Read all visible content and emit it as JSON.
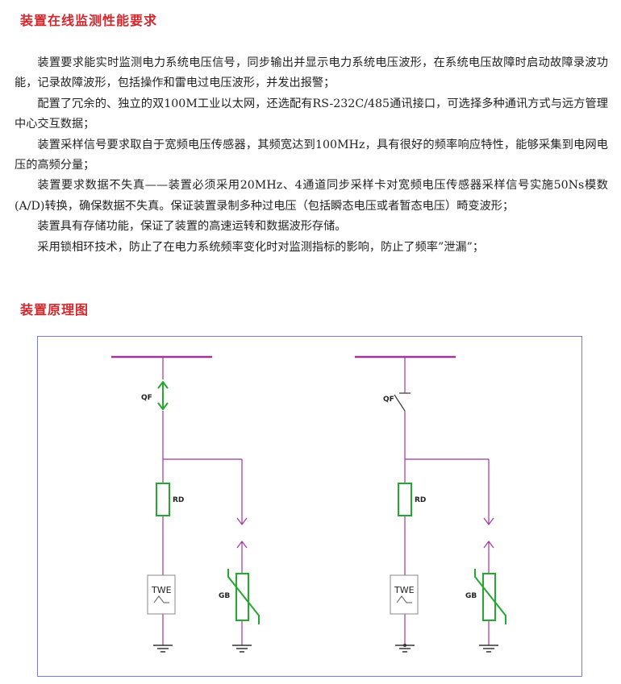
{
  "section1": {
    "title": "装置在线监测性能要求",
    "paragraphs": [
      "装置要求能实时监测电力系统电压信号，同步输出并显示电力系统电压波形，在系统电压故障时启动故障录波功能，记录故障波形，包括操作和雷电过电压波形，并发出报警；",
      "配置了冗余的、独立的双100M工业以太网，还选配有RS-232C/485通讯接口，可选择多种通讯方式与远方管理中心交互数据；",
      "装置采样信号要求取自于宽频电压传感器，其频宽达到100MHz，具有很好的频率响应特性，能够采集到电网电压的高频分量；",
      "装置要求数据不失真——装置必须采用20MHz、4通道同步采样卡对宽频电压传感器采样信号实施50Ns模数(A/D)转换，确保数据不失真。保证装置录制多种过电压（包括瞬态电压或者暂态电压）畸变波形；",
      "装置具有存储功能，保证了装置的高速运转和数据波形存储。",
      "采用锁相环技术，防止了在电力系统频率变化时对监测指标的影响，防止了频率”泄漏”；"
    ]
  },
  "section2": {
    "title": "装置原理图"
  },
  "diagram": {
    "left": {
      "qf": "QF",
      "rd": "RD",
      "twe": "TWE",
      "gb": "GB"
    },
    "right": {
      "qf": "QF",
      "rd": "RD",
      "twe": "TWE",
      "gb": "GB"
    },
    "colors": {
      "wire": "#a0359b",
      "component": "#25a82f",
      "accent": "#d2282d",
      "frame": "#7a7ad0"
    }
  }
}
